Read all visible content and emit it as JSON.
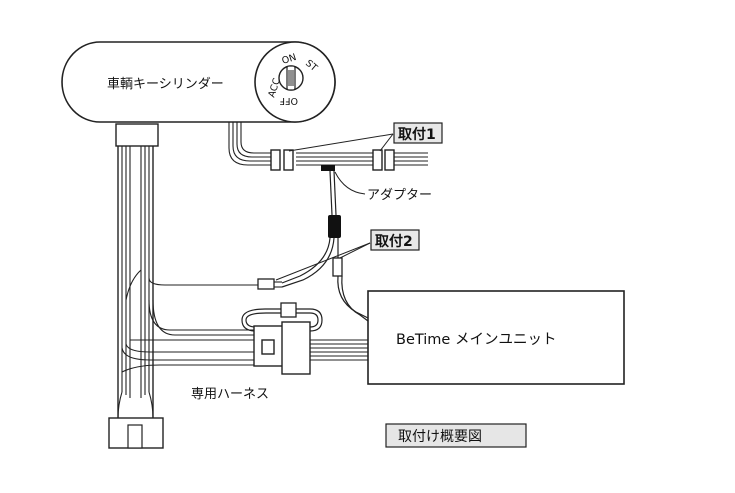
{
  "labels": {
    "cylinder": "車輌キーシリンダー",
    "key_acc": "ACC",
    "key_on": "ON",
    "key_st": "ST",
    "key_off": "OFF",
    "mount1": "取付1",
    "mount2": "取付2",
    "adapter": "アダプター",
    "main_unit": "BeTime メインユニット",
    "harness": "専用ハーネス",
    "caption": "取付け概要図"
  }
}
